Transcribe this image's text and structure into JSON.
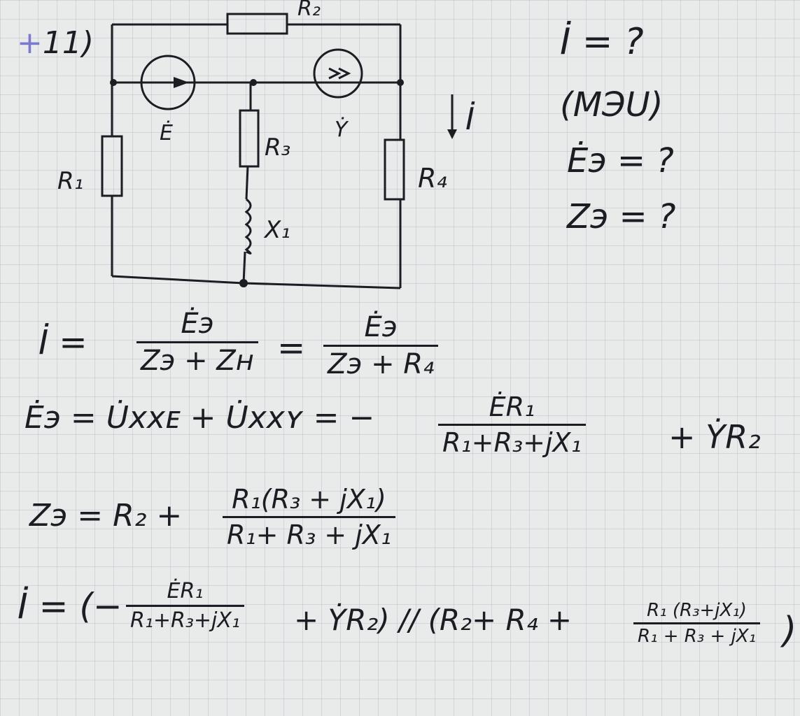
{
  "problem_number": "11)",
  "problem_marker": "+",
  "circuit": {
    "labels": {
      "r1": "R₁",
      "r2": "R₂",
      "r3": "R₃",
      "r4": "R₄",
      "x1": "X₁",
      "e": "Ė",
      "j": "Ẏ",
      "i": "İ"
    }
  },
  "given": {
    "line1": "İ = ?",
    "line2": "(MЭU)",
    "line3": "Ėэ = ?",
    "line4": "Zэ = ?"
  },
  "equations": {
    "eq1": {
      "lhs": "İ  =",
      "frac1_num": "Ėэ",
      "frac1_den": "Zэ + Zн",
      "mid": "=",
      "frac2_num": "Ėэ",
      "frac2_den": "Zэ + R₄"
    },
    "eq2": {
      "lhs": "Ėэ = U̇xxᴇ + U̇xxʏ  = −",
      "frac_num": "ĖR₁",
      "frac_den": "R₁+R₃+jX₁",
      "tail": "+ ẎR₂"
    },
    "eq3": {
      "lhs": "Zэ =  R₂  +",
      "frac_num": "R₁(R₃ + jX₁)",
      "frac_den": "R₁+ R₃ + jX₁"
    },
    "eq4": {
      "lhs": "İ = (−",
      "frac1_num": "ĖR₁",
      "frac1_den": "R₁+R₃+jX₁",
      "mid": "+ ẎR₂) // (R₂+ R₄ +",
      "frac2_num": "R₁ (R₃+jX₁)",
      "frac2_den": "R₁ + R₃ + jX₁",
      "close": ")"
    }
  }
}
